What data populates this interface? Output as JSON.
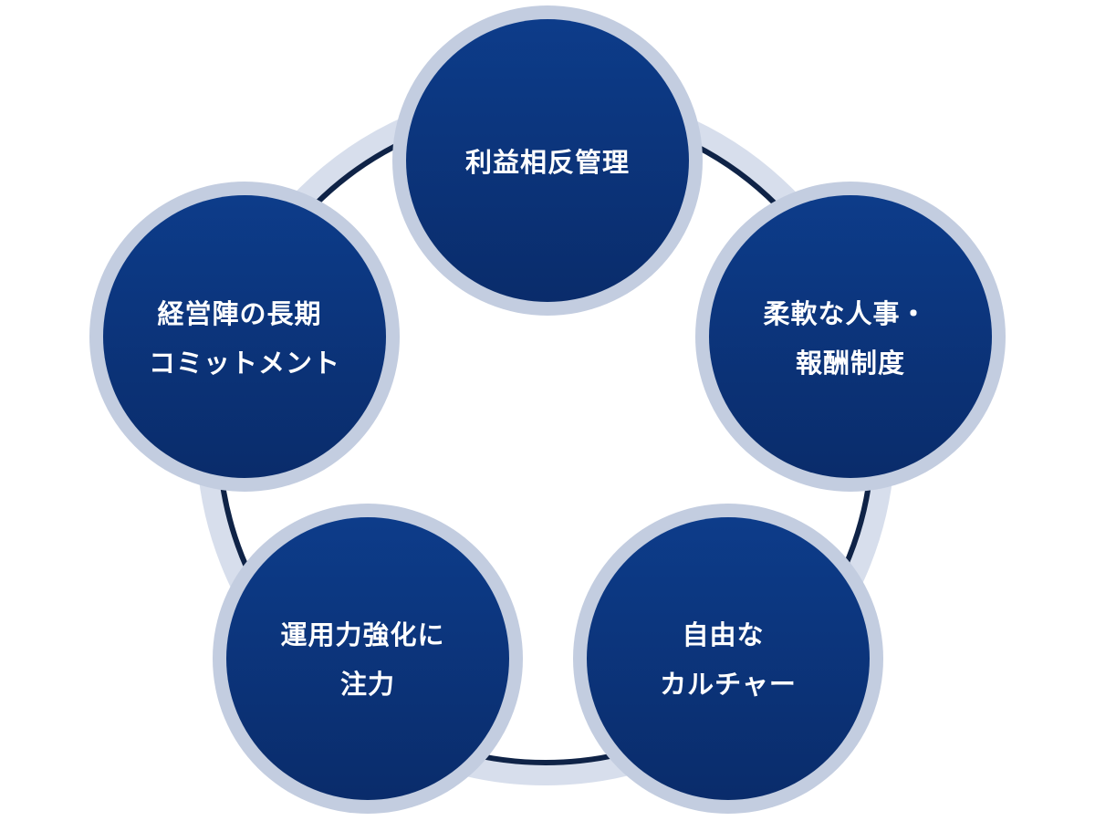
{
  "colors": {
    "ring_line": "#0f2347",
    "ring_glow": "#c9d3e6",
    "halo": "#c3cde0",
    "circle_top": "#0d3c8a",
    "circle_bottom": "#0a2c6b",
    "label_text": "#ffffff"
  },
  "nodes": [
    {
      "id": "conflict-of-interest",
      "lines": [
        "利益相反管理"
      ]
    },
    {
      "id": "flexible-hr",
      "lines": [
        "柔軟な人事・",
        "報酬制度"
      ]
    },
    {
      "id": "free-culture",
      "lines": [
        "自由な",
        "カルチャー"
      ]
    },
    {
      "id": "operations-focus",
      "lines": [
        "運用力強化に",
        "注力"
      ]
    },
    {
      "id": "management-commitment",
      "lines": [
        "経営陣の長期",
        "コミットメント"
      ]
    }
  ]
}
